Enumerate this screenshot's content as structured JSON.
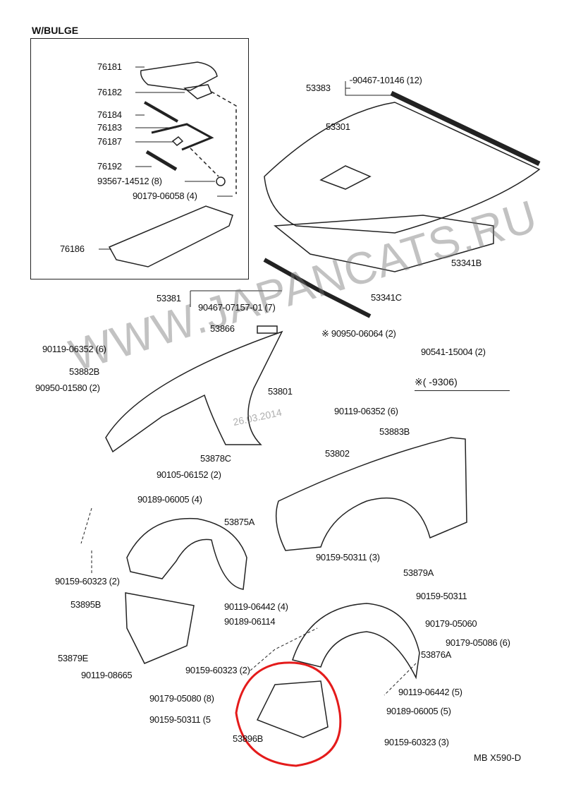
{
  "header": {
    "variant": "W/BULGE"
  },
  "watermark": "WWW.JAPANCATS.RU",
  "date_stamp": "26.03.2014",
  "note": "※(        -9306)",
  "diagram_code": "MB  X590-D",
  "highlight_color": "#e41b1b",
  "parts": [
    "76181",
    "76182",
    "76184",
    "76183",
    "76187",
    "76192",
    "93567-14512 (8)",
    "90179-06058 (4)",
    "76186",
    "53383",
    "90467-10146 (12)",
    "53301",
    "53341B",
    "53381",
    "90467-07157-01 (7)",
    "53341C",
    "53866",
    "※ 90950-06064 (2)",
    "90541-15004 (2)",
    "90119-06352 (6)",
    "53882B",
    "90950-01580 (2)",
    "53801",
    "90119-06352 (6)",
    "53883B",
    "53802",
    "53878C",
    "90105-06152 (2)",
    "90189-06005 (4)",
    "53875A",
    "90159-60323 (2)",
    "90119-06442 (4)",
    "53895B",
    "90189-06114",
    "53879E",
    "90119-08665",
    "90159-50311 (3)",
    "53879A",
    "90159-50311",
    "90179-05060",
    "90179-05086 (6)",
    "53876A",
    "90159-60323 (2)",
    "90119-06442 (5)",
    "90179-05080 (8)",
    "90189-06005 (5)",
    "90159-50311 (5",
    "53896B",
    "90159-60323 (3)"
  ]
}
